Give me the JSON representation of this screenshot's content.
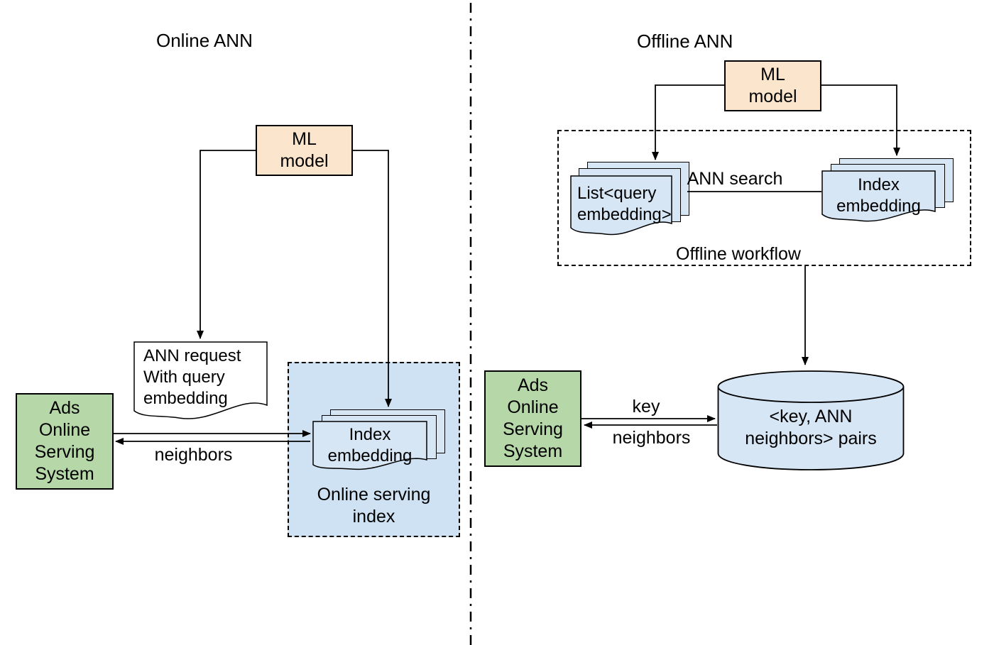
{
  "colors": {
    "background": "#ffffff",
    "model_fill": "#fce5cd",
    "system_fill": "#b6d7a8",
    "container_fill": "#cfe2f3",
    "doc_fill": "#d7e6f5",
    "line": "#000000"
  },
  "online": {
    "title": "Online ANN",
    "ml_model": "ML\nmodel",
    "ann_request_doc": "ANN request\nWith query\nembedding",
    "serving_system": "Ads\nOnline\nServing\nSystem",
    "neighbors_label": "neighbors",
    "index_doc": "Index\nembedding",
    "serving_index_caption": "Online serving\nindex"
  },
  "offline": {
    "title": "Offline ANN",
    "ml_model": "ML\nmodel",
    "query_embedding_doc": "List<query\nembedding>",
    "ann_search_label": "ANN search",
    "index_doc": "Index\nembedding",
    "workflow_caption": "Offline workflow",
    "serving_system": "Ads\nOnline\nServing\nSystem",
    "key_label": "key",
    "neighbors_label": "neighbors",
    "kv_store": "<key, ANN\nneighbors> pairs"
  }
}
